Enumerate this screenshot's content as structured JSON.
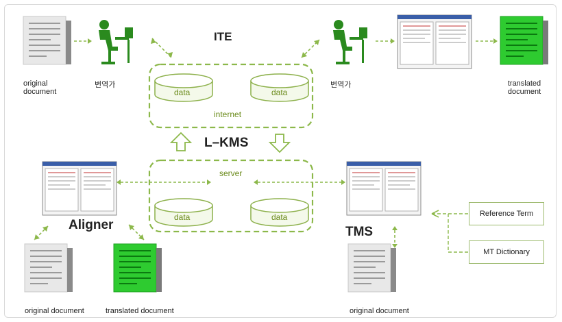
{
  "title": "ITE",
  "center_label": "L–KMS",
  "internet": {
    "label": "internet",
    "db1": "data",
    "db2": "data"
  },
  "server": {
    "label": "server",
    "db1": "data",
    "db2": "data"
  },
  "translator_left_label": "번역가",
  "translator_right_label": "번역가",
  "original_document_top": "original\ndocument",
  "translated_document_top": "translated\ndocument",
  "aligner": {
    "label": "Aligner",
    "original_doc": "original document",
    "translated_doc": "translated document"
  },
  "tms": {
    "label": "TMS",
    "original_doc": "original document"
  },
  "reference_term": "Reference Term",
  "mt_dictionary": "MT Dictionary",
  "colors": {
    "accent": "#7aa22a",
    "dashed": "#9ab860",
    "doc_green": "#27c42a",
    "doc_gray": "#e6e6e6"
  }
}
